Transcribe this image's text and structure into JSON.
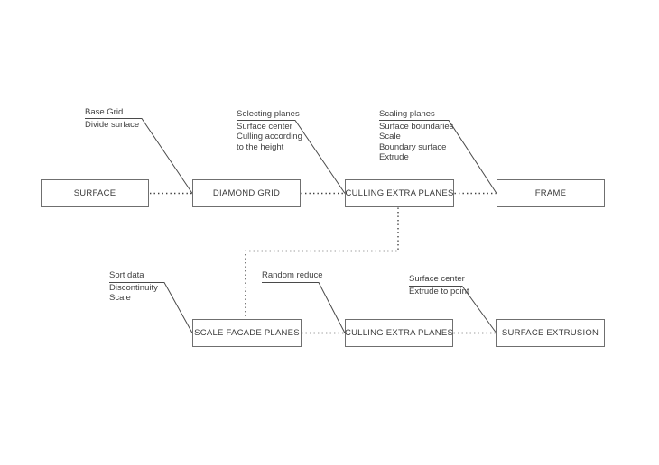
{
  "diagram": {
    "title": "",
    "colors": {
      "background": "#ffffff",
      "box_border": "#6f6f6f",
      "box_text": "#3a3a3a",
      "annotation_text": "#3f3f3f",
      "leader_line": "#4a4a4a",
      "dotted_connector": "#3f3f3f"
    },
    "nodes": [
      {
        "id": "surface",
        "label": "SURFACE"
      },
      {
        "id": "diamond-grid",
        "label": "DIAMOND GRID"
      },
      {
        "id": "culling-extra-planes-top",
        "label": "CULLING EXTRA PLANES"
      },
      {
        "id": "frame",
        "label": "FRAME"
      },
      {
        "id": "scale-facade-planes",
        "label": "SCALE FACADE PLANES"
      },
      {
        "id": "culling-extra-planes-bottom",
        "label": "CULLING EXTRA PLANES"
      },
      {
        "id": "surface-extrusion",
        "label": "SURFACE EXTRUSION"
      }
    ],
    "flow": [
      "SURFACE → DIAMOND GRID → CULLING EXTRA PLANES → FRAME",
      "CULLING EXTRA PLANES → SCALE FACADE PLANES → CULLING EXTRA PLANES → SURFACE EXTRUSION"
    ],
    "annotations": [
      {
        "target": "diamond-grid",
        "lines": [
          "Base Grid",
          "Divide surface"
        ]
      },
      {
        "target": "culling-extra-planes-top",
        "lines": [
          "Selecting planes",
          "Surface center",
          "Culling according",
          "to the height"
        ]
      },
      {
        "target": "frame",
        "lines": [
          "Scaling planes",
          "Surface boundaries",
          "Scale",
          "Boundary surface",
          "Extrude"
        ]
      },
      {
        "target": "scale-facade-planes",
        "lines": [
          "Sort data",
          "Discontinuity",
          "Scale"
        ]
      },
      {
        "target": "culling-extra-planes-bottom",
        "lines": [
          "Random reduce"
        ]
      },
      {
        "target": "surface-extrusion",
        "lines": [
          "Surface center",
          "Extrude to point"
        ]
      }
    ]
  }
}
